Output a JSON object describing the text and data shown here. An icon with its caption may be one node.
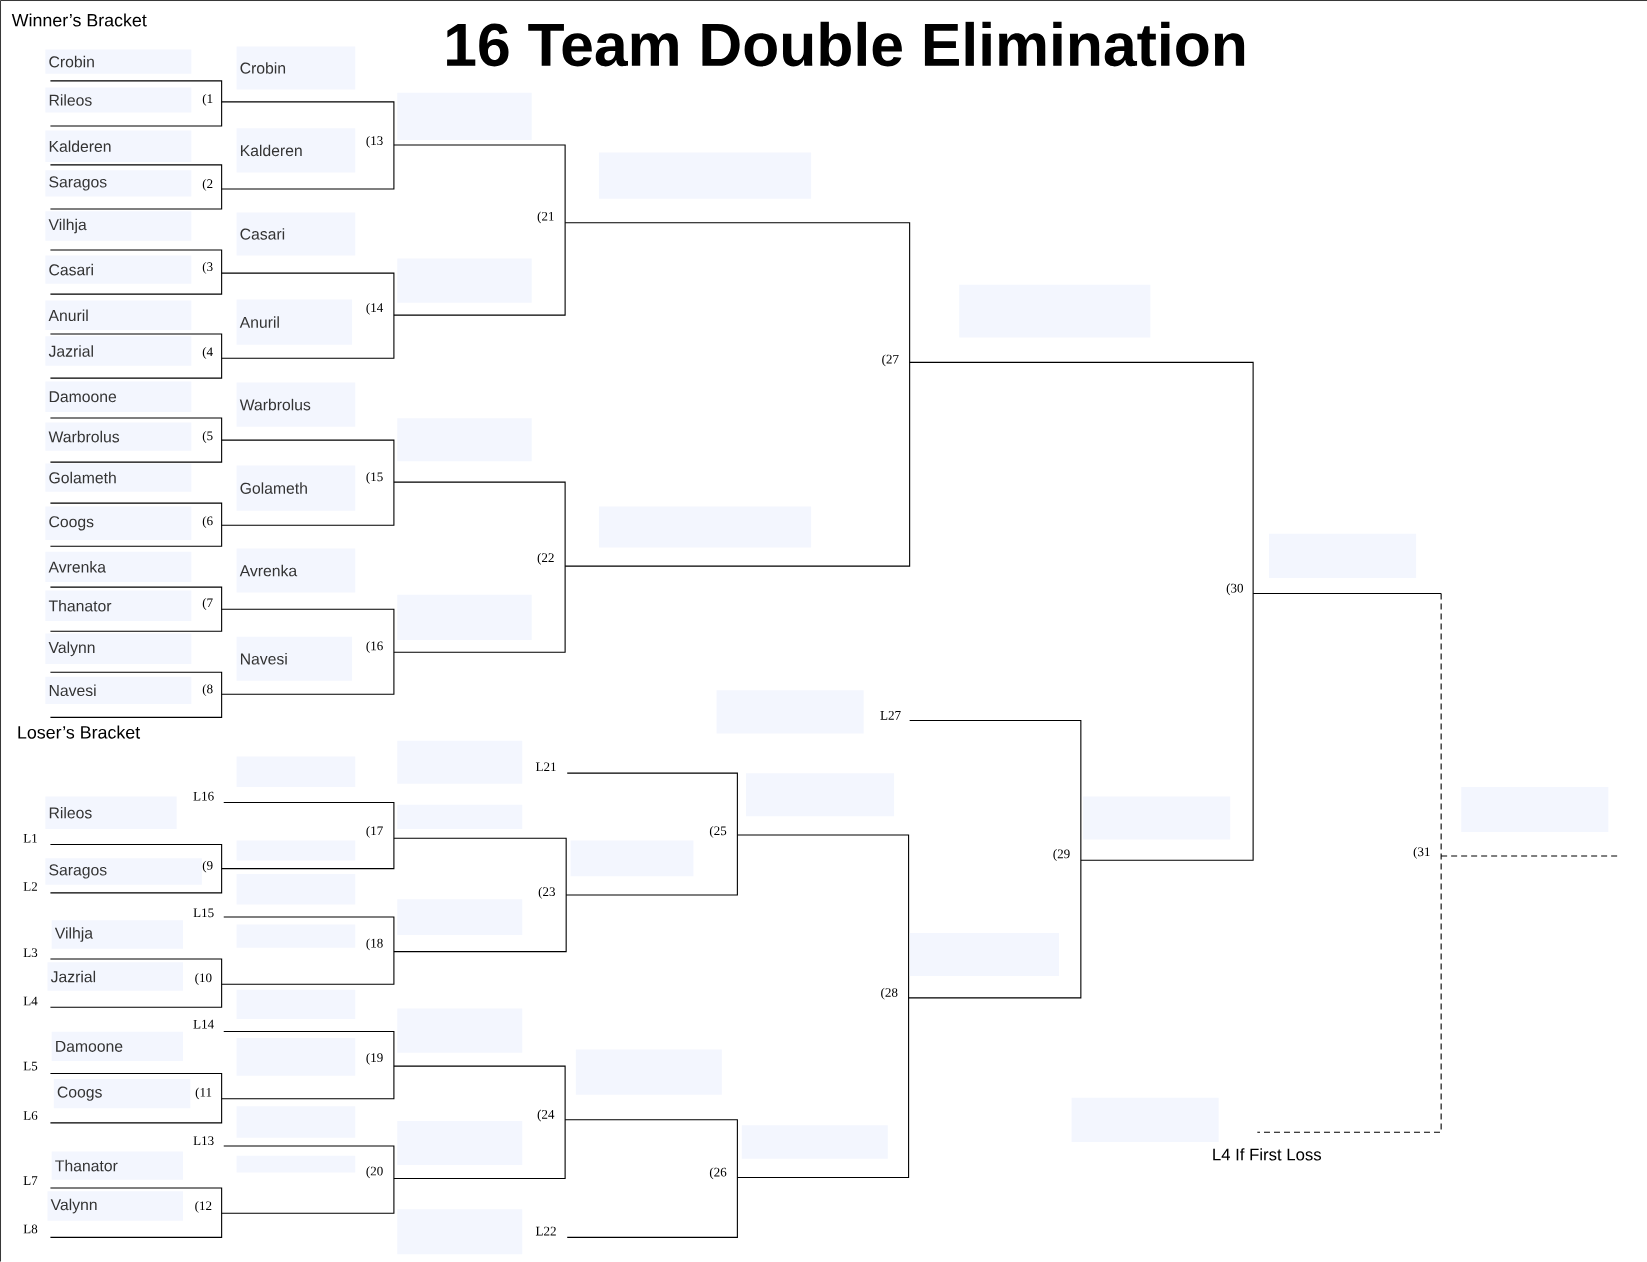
{
  "diagram": {
    "title": "16 Team Double Elimination",
    "nodes": [
      {
        "text": [
          "Crobin"
        ]
      },
      {
        "text": [
          "Rileos"
        ]
      },
      {
        "text": [
          "Kalderen"
        ]
      },
      {
        "text": [
          "Saragos"
        ]
      },
      {
        "text": [
          "Vilhja"
        ]
      },
      {
        "text": [
          "Casari"
        ]
      },
      {
        "text": [
          "Anuril"
        ]
      },
      {
        "text": [
          "Jazrial"
        ]
      },
      {
        "text": [
          "Damoone"
        ]
      },
      {
        "text": [
          "Warbrolus"
        ]
      },
      {
        "text": [
          "Golameth"
        ]
      },
      {
        "text": [
          "Coogs"
        ]
      },
      {
        "text": [
          "Avrenka"
        ]
      },
      {
        "text": [
          "Thanator"
        ]
      },
      {
        "text": [
          "Valynn"
        ]
      },
      {
        "text": [
          "Navesi"
        ]
      },
      {
        "text": [
          "Crobin"
        ]
      },
      {
        "text": [
          "Kalderen"
        ]
      },
      {
        "text": [
          "Casari"
        ]
      },
      {
        "text": [
          "Anuril"
        ]
      },
      {
        "text": [
          "Warbrolus"
        ]
      },
      {
        "text": [
          "Golameth"
        ]
      },
      {
        "text": [
          "Avrenka"
        ]
      },
      {
        "text": [
          "Navesi"
        ]
      },
      {
        "text": [],
        "shape": "box"
      },
      {
        "text": [],
        "shape": "box"
      },
      {
        "text": [],
        "shape": "box"
      },
      {
        "text": [],
        "shape": "box"
      },
      {
        "text": [],
        "shape": "box"
      },
      {
        "text": [],
        "shape": "box"
      },
      {
        "text": [],
        "shape": "box"
      },
      {
        "text": [],
        "shape": "box"
      },
      {
        "text": [],
        "shape": "box"
      },
      {
        "text": [],
        "shape": "box"
      },
      {
        "text": [],
        "shape": "box"
      },
      {
        "text": [],
        "shape": "box"
      },
      {
        "text": [],
        "shape": "box"
      },
      {
        "text": [
          "Rileos"
        ]
      },
      {
        "text": [],
        "shape": "box"
      },
      {
        "text": [],
        "shape": "box"
      },
      {
        "text": [],
        "shape": "box"
      },
      {
        "text": [],
        "shape": "box"
      },
      {
        "text": [
          "Saragos"
        ]
      },
      {
        "text": [],
        "shape": "box"
      },
      {
        "text": [],
        "shape": "box"
      },
      {
        "text": [
          "Vilhja"
        ]
      },
      {
        "text": [],
        "shape": "box"
      },
      {
        "text": [],
        "shape": "box"
      },
      {
        "text": [
          "Jazrial"
        ]
      },
      {
        "text": [],
        "shape": "box"
      },
      {
        "text": [],
        "shape": "box"
      },
      {
        "text": [
          "Damoone"
        ]
      },
      {
        "text": [],
        "shape": "box"
      },
      {
        "text": [],
        "shape": "box"
      },
      {
        "text": [],
        "shape": "box"
      },
      {
        "text": [
          "Coogs"
        ]
      },
      {
        "text": [],
        "shape": "box"
      },
      {
        "text": [],
        "shape": "box"
      },
      {
        "text": [],
        "shape": "box"
      },
      {
        "text": [
          "Thanator"
        ]
      },
      {
        "text": [],
        "shape": "box"
      },
      {
        "text": [
          "Valynn"
        ]
      },
      {
        "text": [],
        "shape": "box"
      }
    ],
    "labels": [
      "Winner’s Bracket",
      "(1",
      "(13",
      "(2",
      "(21",
      "(3",
      "(14",
      "(4",
      "(27",
      "(5",
      "(15",
      "(6",
      "(22",
      "(30",
      "(7",
      "(16",
      "(8",
      "L27",
      "Loser’s Bracket",
      "L21",
      "L16",
      "(17",
      "(25",
      "L1",
      "(29",
      "(31",
      "(9",
      "L2",
      "(23",
      "L15",
      "(18",
      "L3",
      "(10",
      "(28",
      "L4",
      "L14",
      "(19",
      "L5",
      "(11",
      "L6",
      "(24",
      "L13",
      "L4 If First Loss",
      "(20",
      "(26",
      "L7",
      "(12",
      "L8",
      "L22"
    ]
  }
}
